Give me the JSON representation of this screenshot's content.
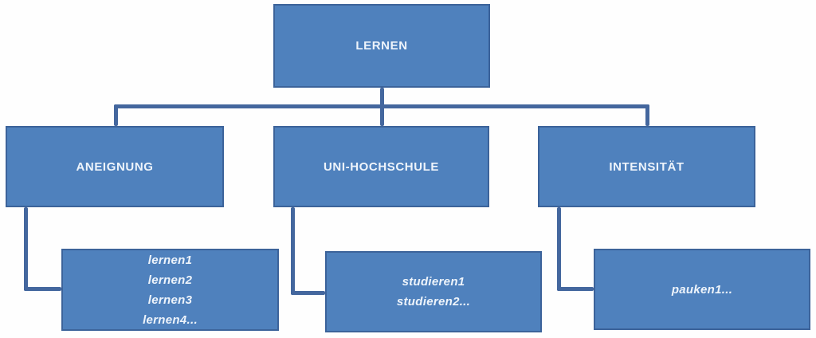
{
  "colors": {
    "bg": "#fefefe",
    "fill": "#4f81bd",
    "border": "#3c639a",
    "line": "#44679e",
    "text": "#eef4fb"
  },
  "tree": {
    "root": {
      "label": "LERNEN"
    },
    "branches": [
      {
        "label": "ANEIGNUNG"
      },
      {
        "label": "UNI-HOCHSCHULE"
      },
      {
        "label": "INTENSITÄT"
      }
    ],
    "leaves": [
      {
        "lines": [
          "lernen1",
          "lernen2",
          "lernen3",
          "lernen4..."
        ]
      },
      {
        "lines": [
          "studieren1",
          "studieren2..."
        ]
      },
      {
        "lines": [
          "pauken1..."
        ]
      }
    ]
  }
}
